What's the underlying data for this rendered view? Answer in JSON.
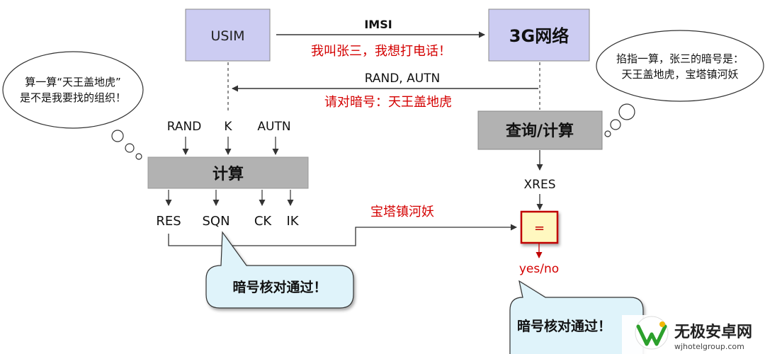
{
  "nodes": {
    "usim": "USIM",
    "network": "3G网络",
    "lookup": "查询/计算",
    "compute": "计算",
    "compare": "="
  },
  "messages": {
    "imsi_label": "IMSI",
    "imsi_caption": "我叫张三，我想打电话！",
    "challenge_label": "RAND, AUTN",
    "challenge_caption": "请对暗号：天王盖地虎",
    "response_caption": "宝塔镇河妖"
  },
  "inputs": {
    "rand": "RAND",
    "k": "K",
    "autn": "AUTN"
  },
  "outputs": {
    "res": "RES",
    "sqn": "SQN",
    "ck": "CK",
    "ik": "IK"
  },
  "network_side": {
    "xres": "XRES",
    "result": "yes/no"
  },
  "thoughts": {
    "left_line1": "算一算“天王盖地虎”",
    "left_line2": "是不是我要找的组织！",
    "right_line1": "掐指一算，张三的暗号是：",
    "right_line2": "天王盖地虎，宝塔镇河妖"
  },
  "callouts": {
    "left": "暗号核对通过！",
    "right": "暗号核对通过！"
  },
  "watermark": {
    "name": "无极安卓网",
    "url": "wjhotelgroup.com"
  },
  "colors": {
    "node_fill": "#ccccf2",
    "compute_fill": "#b2b2b2",
    "caption_red": "#d40000",
    "callout_fill": "#dff3fa",
    "compare_fill": "#fff8c0",
    "compare_border": "#c00000",
    "brand_green": "#2ca02c"
  }
}
